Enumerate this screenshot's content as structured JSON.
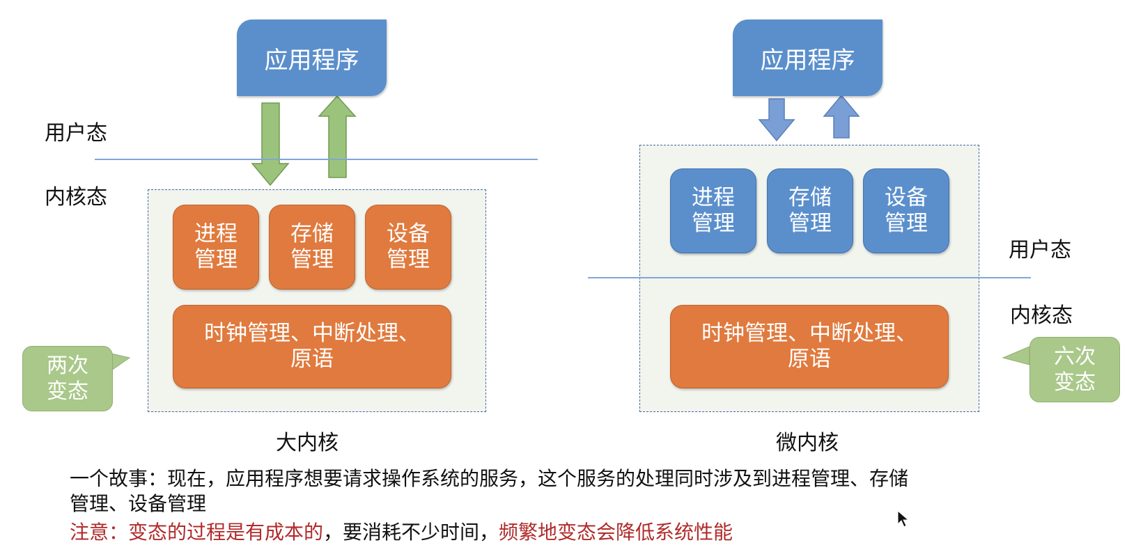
{
  "left": {
    "app": "应用程序",
    "user_mode": "用户态",
    "kernel_mode": "内核态",
    "tiles": [
      {
        "line1": "进程",
        "line2": "管理"
      },
      {
        "line1": "存储",
        "line2": "管理"
      },
      {
        "line1": "设备",
        "line2": "管理"
      }
    ],
    "core_line1": "时钟管理、中断处理、",
    "core_line2": "原语",
    "callout_line1": "两次",
    "callout_line2": "变态",
    "caption": "大内核"
  },
  "right": {
    "app": "应用程序",
    "user_mode": "用户态",
    "kernel_mode": "内核态",
    "tiles": [
      {
        "line1": "进程",
        "line2": "管理"
      },
      {
        "line1": "存储",
        "line2": "管理"
      },
      {
        "line1": "设备",
        "line2": "管理"
      }
    ],
    "core_line1": "时钟管理、中断处理、",
    "core_line2": "原语",
    "callout_line1": "六次",
    "callout_line2": "变态",
    "caption": "微内核"
  },
  "story": {
    "line1": "一个故事：现在，应用程序想要请求操作系统的服务，这个服务的处理同时涉及到进程管理、存储",
    "line2": "管理、设备管理"
  },
  "note": {
    "part1": "注意：变态的过程是有成本的",
    "part2": "，要消耗不少时间，",
    "part3": "频繁地变态会降低系统性能"
  },
  "colors": {
    "app_blue": "#5b8fcc",
    "module_orange": "#e07a3e",
    "arrow_green": "#9cc37c",
    "callout_green": "#a9c88a",
    "note_red": "#b02a2a"
  }
}
